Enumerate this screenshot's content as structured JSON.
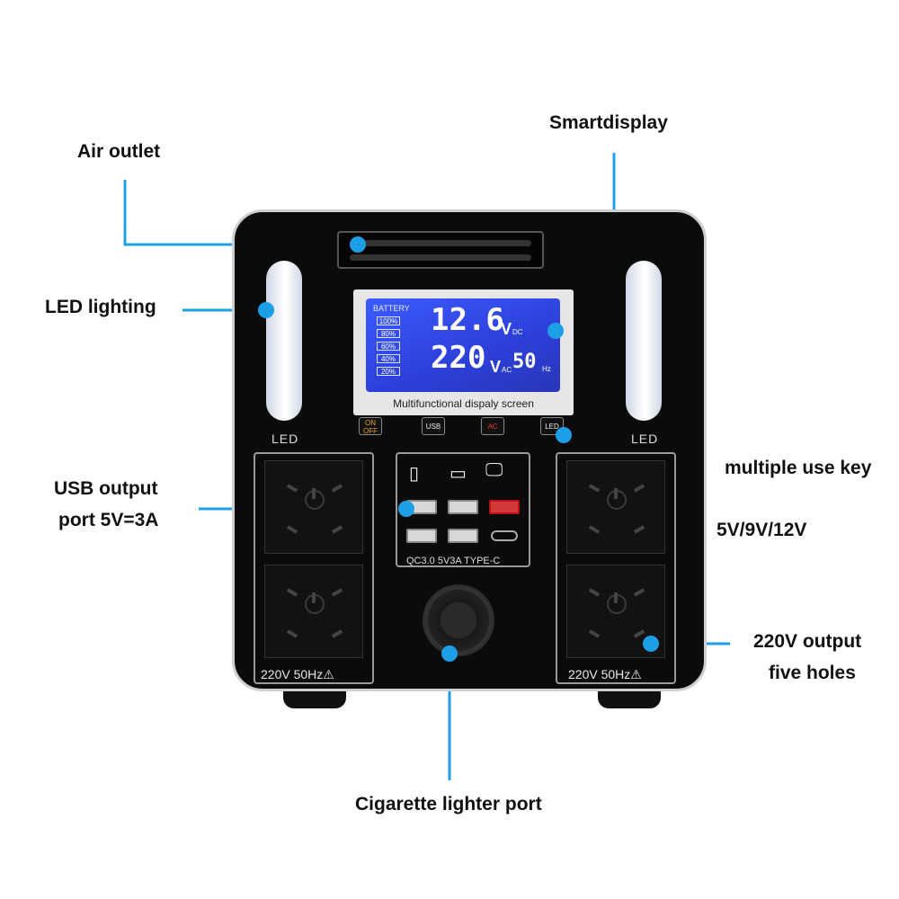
{
  "callouts": {
    "air_outlet": "Air outlet",
    "smartdisplay": "Smartdisplay",
    "led_lighting": "LED lighting",
    "usb_output_line1": "USB output",
    "usb_output_line2": "port 5V=3A",
    "multiple_use_key": "multiple use key",
    "voltages": "5V/9V/12V",
    "ac_output_line1": "220V output",
    "ac_output_line2": "five holes",
    "cigarette_port": "Cigarette lighter port"
  },
  "device": {
    "led_label": "LED",
    "display": {
      "battery_label": "BATTERY",
      "levels": [
        "100%",
        "80%",
        "60%",
        "40%",
        "20%"
      ],
      "dc_value": "12.6",
      "dc_unit": "V",
      "dc_suffix": "DC",
      "ac_value": "220",
      "ac_unit": "V",
      "ac_suffix": "AC",
      "freq_value": "50",
      "freq_unit": "Hz",
      "caption": "Multifunctional dispaly screen"
    },
    "keys": {
      "power": "ON OFF",
      "usb": "USB",
      "ac": "AC",
      "led": "LED"
    },
    "outlet_rating": "220V 50Hz⚠",
    "qc_label": "QC3.0 5V3A TYPE-C"
  },
  "colors": {
    "callout_line": "#1c9fe6",
    "lcd": "#3c5bff",
    "device_body": "#0b0b0b"
  }
}
